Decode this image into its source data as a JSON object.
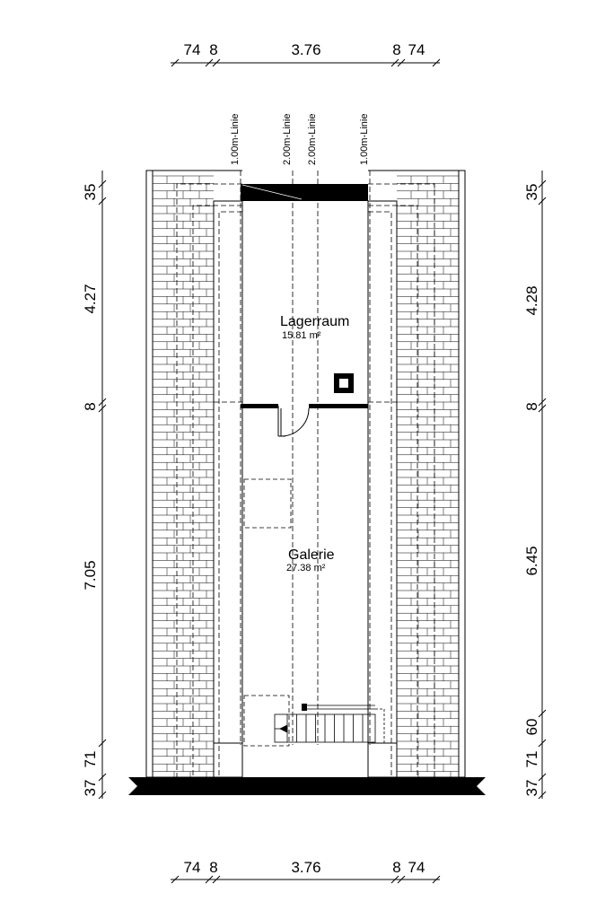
{
  "dimensions": {
    "top": [
      "74",
      "8",
      "3.76",
      "8",
      "74"
    ],
    "bottom": [
      "74",
      "8",
      "3.76",
      "8",
      "74"
    ],
    "left": [
      "35",
      "4.27",
      "8",
      "7.05",
      "37",
      "71"
    ],
    "right": [
      "35",
      "4.28",
      "8",
      "6.45",
      "60",
      "37",
      "71"
    ]
  },
  "height_lines": [
    "1.00m-Linie",
    "2.00m-Linie",
    "2.00m-Linie",
    "1.00m-Linie"
  ],
  "rooms": [
    {
      "name": "Lagerraum",
      "area": "15.81 m²"
    },
    {
      "name": "Galerie",
      "area": "27.38 m²"
    }
  ]
}
